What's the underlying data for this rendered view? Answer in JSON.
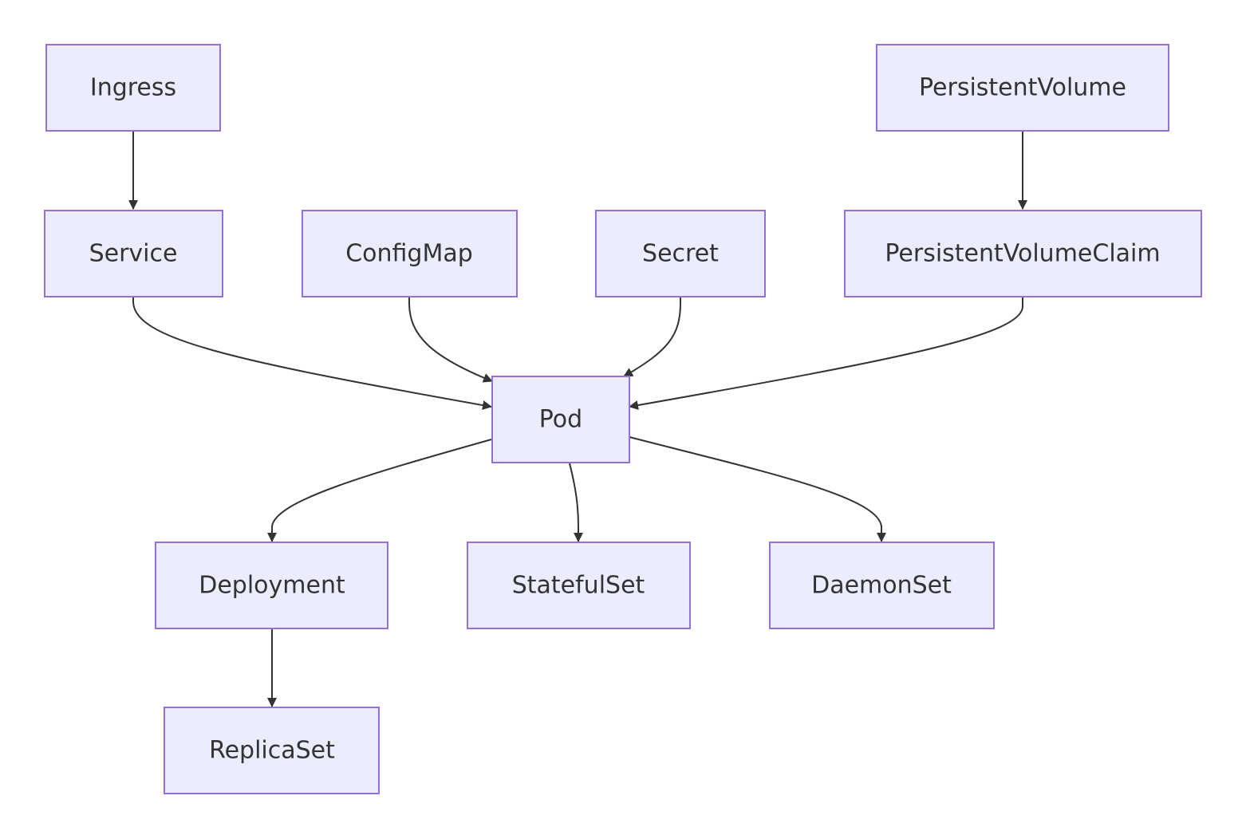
{
  "diagram": {
    "colors": {
      "node_fill": "#ECECFF",
      "node_stroke": "#9370DB",
      "edge": "#333333",
      "text": "#333333",
      "background": "#FFFFFF"
    },
    "nodes": {
      "ingress": "Ingress",
      "service": "Service",
      "configmap": "ConfigMap",
      "secret": "Secret",
      "persistentvolume": "PersistentVolume",
      "pvc": "PersistentVolumeClaim",
      "pod": "Pod",
      "deployment": "Deployment",
      "statefulset": "StatefulSet",
      "daemonset": "DaemonSet",
      "replicaset": "ReplicaSet"
    },
    "edges": [
      {
        "from": "ingress",
        "to": "service"
      },
      {
        "from": "persistentvolume",
        "to": "pvc"
      },
      {
        "from": "service",
        "to": "pod"
      },
      {
        "from": "configmap",
        "to": "pod"
      },
      {
        "from": "secret",
        "to": "pod"
      },
      {
        "from": "pvc",
        "to": "pod"
      },
      {
        "from": "pod",
        "to": "deployment"
      },
      {
        "from": "pod",
        "to": "statefulset"
      },
      {
        "from": "pod",
        "to": "daemonset"
      },
      {
        "from": "deployment",
        "to": "replicaset"
      }
    ]
  }
}
